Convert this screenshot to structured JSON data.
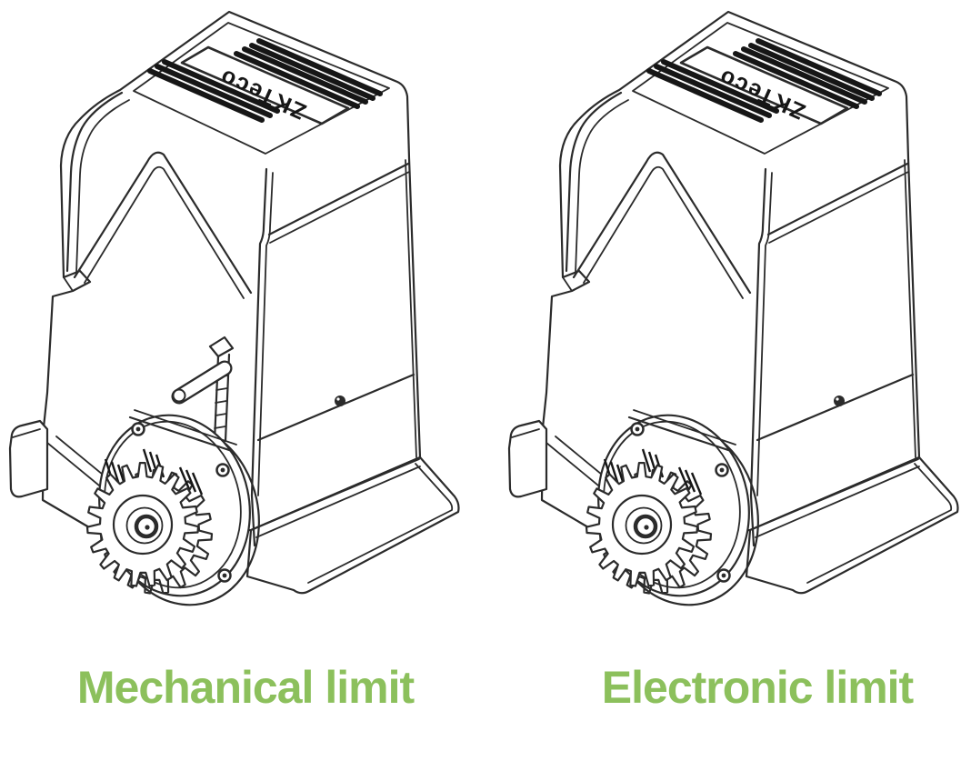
{
  "figures": [
    {
      "id": "mechanical",
      "label": "Mechanical limit",
      "release_lever_visible": true
    },
    {
      "id": "electronic",
      "label": "Electronic limit",
      "release_lever_visible": false
    }
  ],
  "brand": {
    "text": "ZKTeco"
  },
  "colors": {
    "label_green": "#8CC05C",
    "line_dark": "#2B2B2B",
    "rib_black": "#161616",
    "background": "#FFFFFF"
  }
}
